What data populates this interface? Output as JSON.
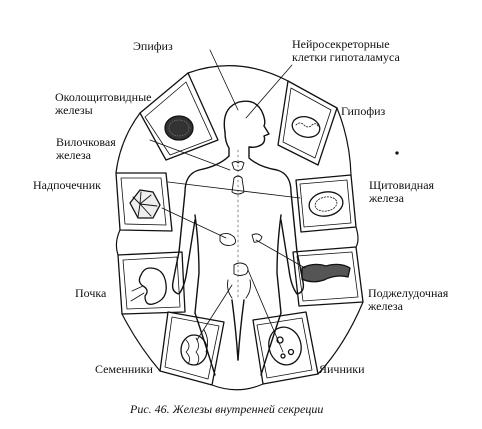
{
  "labels": {
    "epifiz": "Эпифиз",
    "neuro_line1": "Нейросекреторные",
    "neuro_line2": "клетки гипоталамуса",
    "parathyroid_line1": "Околощитовидные",
    "parathyroid_line2": "железы",
    "hypophysis": "Гипофиз",
    "thymus_line1": "Вилочковая",
    "thymus_line2": "железа",
    "adrenal": "Надпочечник",
    "thyroid_line1": "Щитовидная",
    "thyroid_line2": "железа",
    "kidney": "Почка",
    "pancreas_line1": "Поджелудочная",
    "pancreas_line2": "железа",
    "testes": "Семенники",
    "ovaries": "Яичники"
  },
  "caption": "Рис. 46. Железы внутренней секреции",
  "colors": {
    "ink": "#111111",
    "background": "#ffffff"
  }
}
